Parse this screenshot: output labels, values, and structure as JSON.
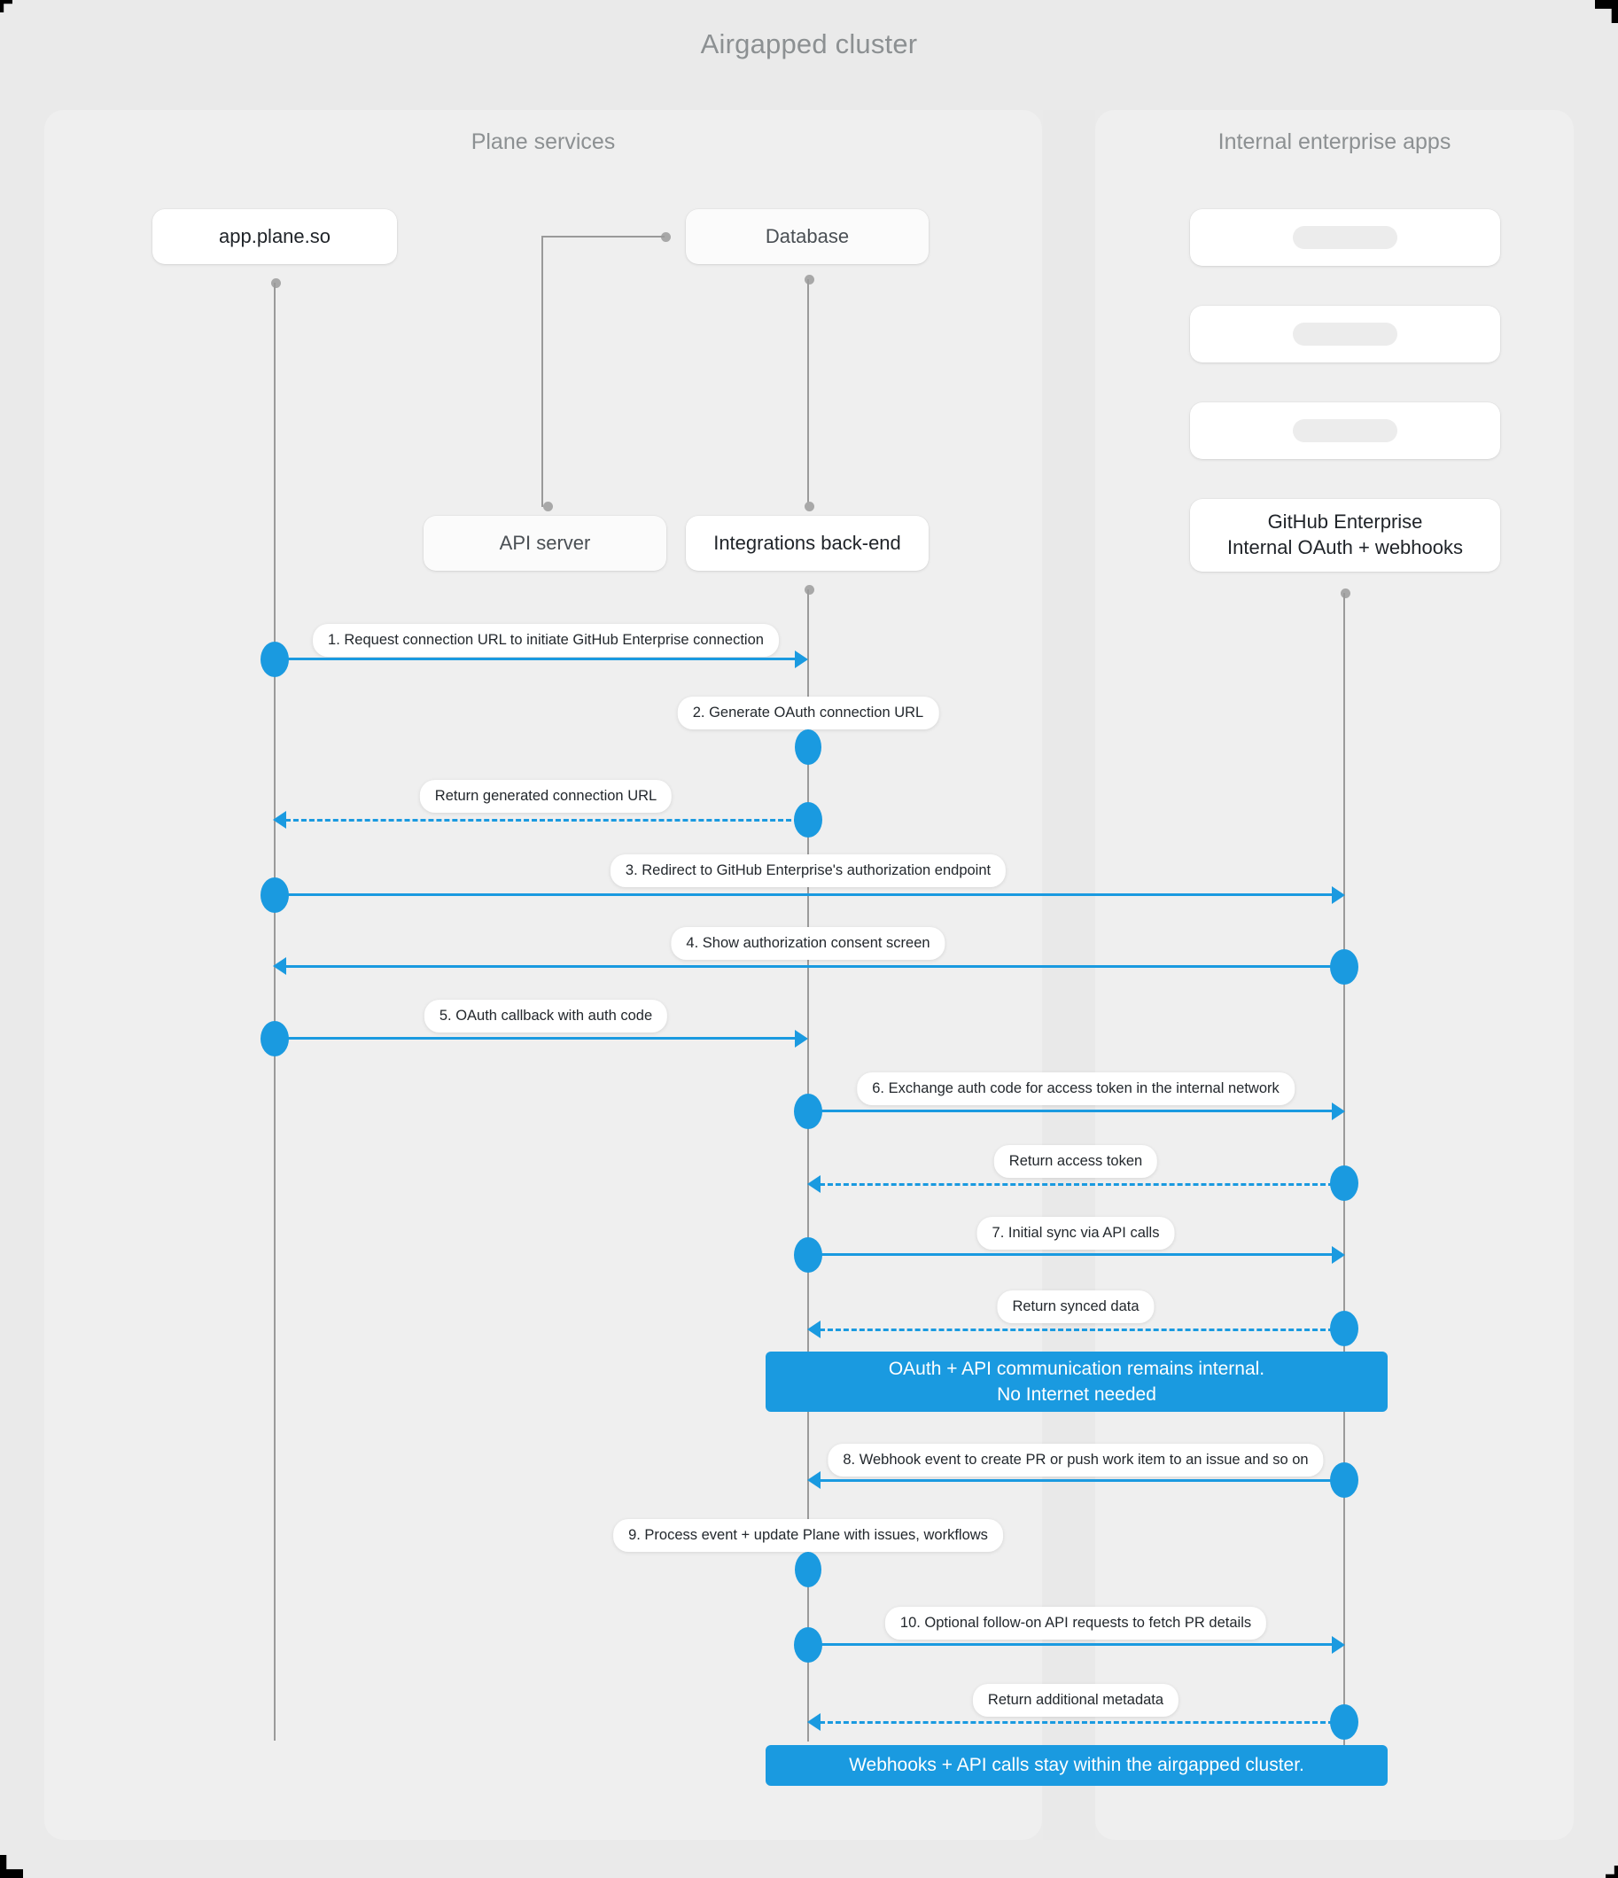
{
  "diagram": {
    "title": "Airgapped cluster",
    "accent_color": "#1a9ae0",
    "lifeline_color": "#9a9a9a",
    "panel_bg": "#efefef",
    "page_bg": "#eaeaea"
  },
  "panels": [
    {
      "id": "plane",
      "title": "Plane services"
    },
    {
      "id": "enterprise",
      "title": "Internal enterprise apps"
    }
  ],
  "actors": [
    {
      "id": "app",
      "label": "app.plane.so",
      "panel": "plane"
    },
    {
      "id": "db",
      "label": "Database",
      "panel": "plane"
    },
    {
      "id": "api",
      "label": "API server",
      "panel": "plane"
    },
    {
      "id": "intg",
      "label": "Integrations back-end",
      "panel": "plane"
    },
    {
      "id": "ghost1",
      "label": "",
      "panel": "enterprise"
    },
    {
      "id": "ghost2",
      "label": "",
      "panel": "enterprise"
    },
    {
      "id": "ghost3",
      "label": "",
      "panel": "enterprise"
    },
    {
      "id": "ghe",
      "label": "GitHub Enterprise\nInternal OAuth + webhooks",
      "line1": "GitHub Enterprise",
      "line2": "Internal OAuth + webhooks",
      "panel": "enterprise"
    }
  ],
  "messages": [
    {
      "n": 1,
      "label": "1. Request connection URL to initiate GitHub Enterprise connection",
      "from": "app",
      "to": "intg",
      "style": "solid",
      "dir": "right"
    },
    {
      "n": 2,
      "label": "2. Generate OAuth connection URL",
      "from": "intg",
      "to": "intg",
      "style": "self",
      "dir": "self"
    },
    {
      "n": 3,
      "label": "Return generated connection URL",
      "from": "intg",
      "to": "app",
      "style": "dashed",
      "dir": "left"
    },
    {
      "n": 4,
      "label": "3. Redirect to GitHub Enterprise's authorization endpoint",
      "from": "app",
      "to": "ghe",
      "style": "solid",
      "dir": "right"
    },
    {
      "n": 5,
      "label": "4. Show authorization consent screen",
      "from": "ghe",
      "to": "app",
      "style": "solid",
      "dir": "left"
    },
    {
      "n": 6,
      "label": "5. OAuth callback with auth code",
      "from": "app",
      "to": "intg",
      "style": "solid",
      "dir": "right"
    },
    {
      "n": 7,
      "label": "6. Exchange auth code for access token in the internal network",
      "from": "intg",
      "to": "ghe",
      "style": "solid",
      "dir": "right"
    },
    {
      "n": 8,
      "label": "Return access token",
      "from": "ghe",
      "to": "intg",
      "style": "dashed",
      "dir": "left"
    },
    {
      "n": 9,
      "label": "7. Initial sync via API calls",
      "from": "intg",
      "to": "ghe",
      "style": "solid",
      "dir": "right"
    },
    {
      "n": 10,
      "label": "Return synced data",
      "from": "ghe",
      "to": "intg",
      "style": "dashed",
      "dir": "left"
    },
    {
      "n": 11,
      "label": "8. Webhook event to create PR  or push work item to an issue  and so on",
      "from": "ghe",
      "to": "intg",
      "style": "solid",
      "dir": "left"
    },
    {
      "n": 12,
      "label": "9. Process event + update Plane with issues, workflows",
      "from": "intg",
      "to": "intg",
      "style": "self",
      "dir": "self"
    },
    {
      "n": 13,
      "label": "10. Optional follow-on API requests to fetch PR details",
      "from": "intg",
      "to": "ghe",
      "style": "solid",
      "dir": "right"
    },
    {
      "n": 14,
      "label": "Return additional metadata",
      "from": "ghe",
      "to": "intg",
      "style": "dashed",
      "dir": "left"
    }
  ],
  "notes": [
    {
      "id": "note-internal",
      "line1": "OAuth + API communication remains internal.",
      "line2": "No Internet needed"
    },
    {
      "id": "note-airgap",
      "line1": "Webhooks + API calls stay within the airgapped cluster.",
      "line2": ""
    }
  ]
}
